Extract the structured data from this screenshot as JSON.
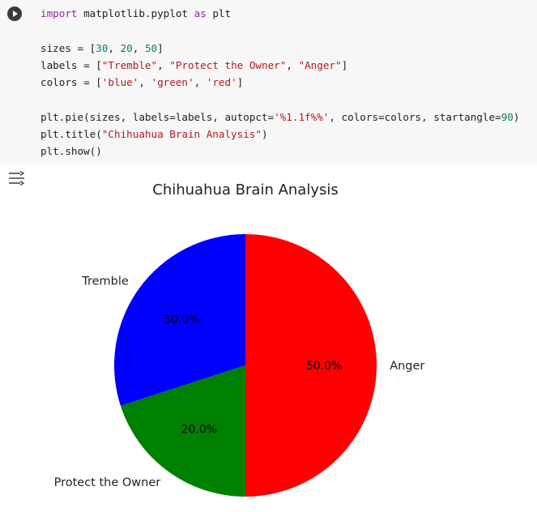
{
  "code_cell": {
    "lines": [
      [
        {
          "t": "import",
          "c": "kw"
        },
        {
          "t": " matplotlib.pyplot "
        },
        {
          "t": "as",
          "c": "kw"
        },
        {
          "t": " plt"
        }
      ],
      [],
      [
        {
          "t": "sizes = ["
        },
        {
          "t": "30",
          "c": "num"
        },
        {
          "t": ", "
        },
        {
          "t": "20",
          "c": "num"
        },
        {
          "t": ", "
        },
        {
          "t": "50",
          "c": "num"
        },
        {
          "t": "]"
        }
      ],
      [
        {
          "t": "labels = ["
        },
        {
          "t": "\"Tremble\"",
          "c": "str"
        },
        {
          "t": ", "
        },
        {
          "t": "\"Protect the Owner\"",
          "c": "str"
        },
        {
          "t": ", "
        },
        {
          "t": "\"Anger\"",
          "c": "str"
        },
        {
          "t": "]"
        }
      ],
      [
        {
          "t": "colors = ["
        },
        {
          "t": "'blue'",
          "c": "str"
        },
        {
          "t": ", "
        },
        {
          "t": "'green'",
          "c": "str"
        },
        {
          "t": ", "
        },
        {
          "t": "'red'",
          "c": "str"
        },
        {
          "t": "]"
        }
      ],
      [],
      [
        {
          "t": "plt.pie(sizes, labels=labels, autopct="
        },
        {
          "t": "'%1.1f%%'",
          "c": "str"
        },
        {
          "t": ", colors=colors, startangle="
        },
        {
          "t": "90",
          "c": "num"
        },
        {
          "t": ")"
        }
      ],
      [
        {
          "t": "plt.title("
        },
        {
          "t": "\"Chihuahua Brain Analysis\"",
          "c": "str"
        },
        {
          "t": ")"
        }
      ],
      [
        {
          "t": "plt.show()"
        }
      ]
    ]
  },
  "icons": {
    "run": "play-circle-icon",
    "output_toggle": "output-settings-icon"
  },
  "chart_data": {
    "type": "pie",
    "title": "Chihuahua Brain Analysis",
    "categories": [
      "Tremble",
      "Protect the Owner",
      "Anger"
    ],
    "values": [
      30,
      20,
      50
    ],
    "colors": [
      "#0000ff",
      "#008000",
      "#ff0000"
    ],
    "pct_labels": [
      "30.0%",
      "20.0%",
      "50.0%"
    ],
    "startangle": 90,
    "counterclock": true
  }
}
